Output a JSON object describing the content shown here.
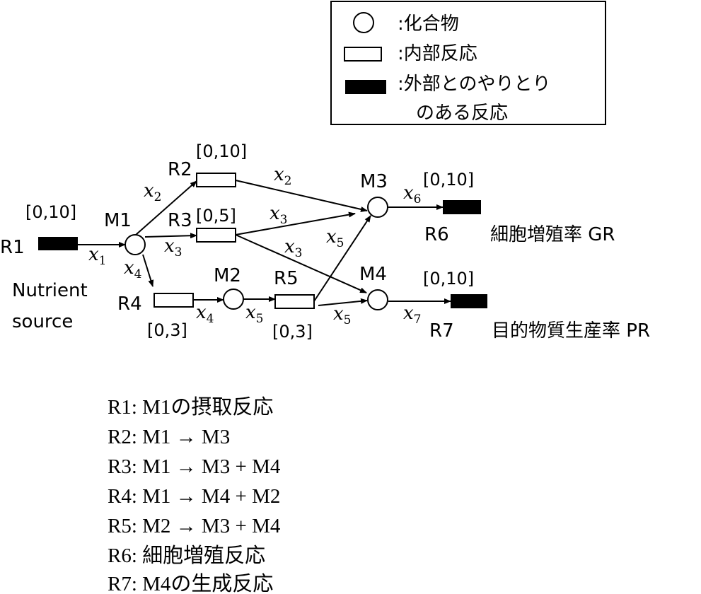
{
  "legend": {
    "compound": ":化合物",
    "internal_reaction": ":内部反応",
    "external_reaction_line1": ":外部とのやりとり",
    "external_reaction_line2": "のある反応"
  },
  "nodes": {
    "R1": {
      "label": "R1",
      "bounds": "[0,10]"
    },
    "R2": {
      "label": "R2",
      "bounds": "[0,10]"
    },
    "R3": {
      "label": "R3",
      "bounds": "[0,5]"
    },
    "R4": {
      "label": "R4",
      "bounds": "[0,3]"
    },
    "R5": {
      "label": "R5",
      "bounds": "[0,3]"
    },
    "R6": {
      "label": "R6",
      "bounds": "[0,10]",
      "description": "細胞増殖率 GR"
    },
    "R7": {
      "label": "R7",
      "bounds": "[0,10]",
      "description": "目的物質生産率 PR"
    },
    "M1": {
      "label": "M1"
    },
    "M2": {
      "label": "M2"
    },
    "M3": {
      "label": "M3"
    },
    "M4": {
      "label": "M4"
    }
  },
  "nutrient_source": [
    "Nutrient",
    "source"
  ],
  "flux_var": "x",
  "flux_subs": {
    "x1": "1",
    "x2": "2",
    "x3": "3",
    "x4": "4",
    "x5": "5",
    "x6": "6",
    "x7": "7"
  },
  "reaction_list": [
    "R1: M1の摂取反応",
    "R2: M1 → M3",
    "R3: M1 → M3 + M4",
    "R4: M1 → M4 + M2",
    "R5: M2 → M3 + M4",
    "R6: 細胞増殖反応",
    "R7: M4の生成反応"
  ]
}
